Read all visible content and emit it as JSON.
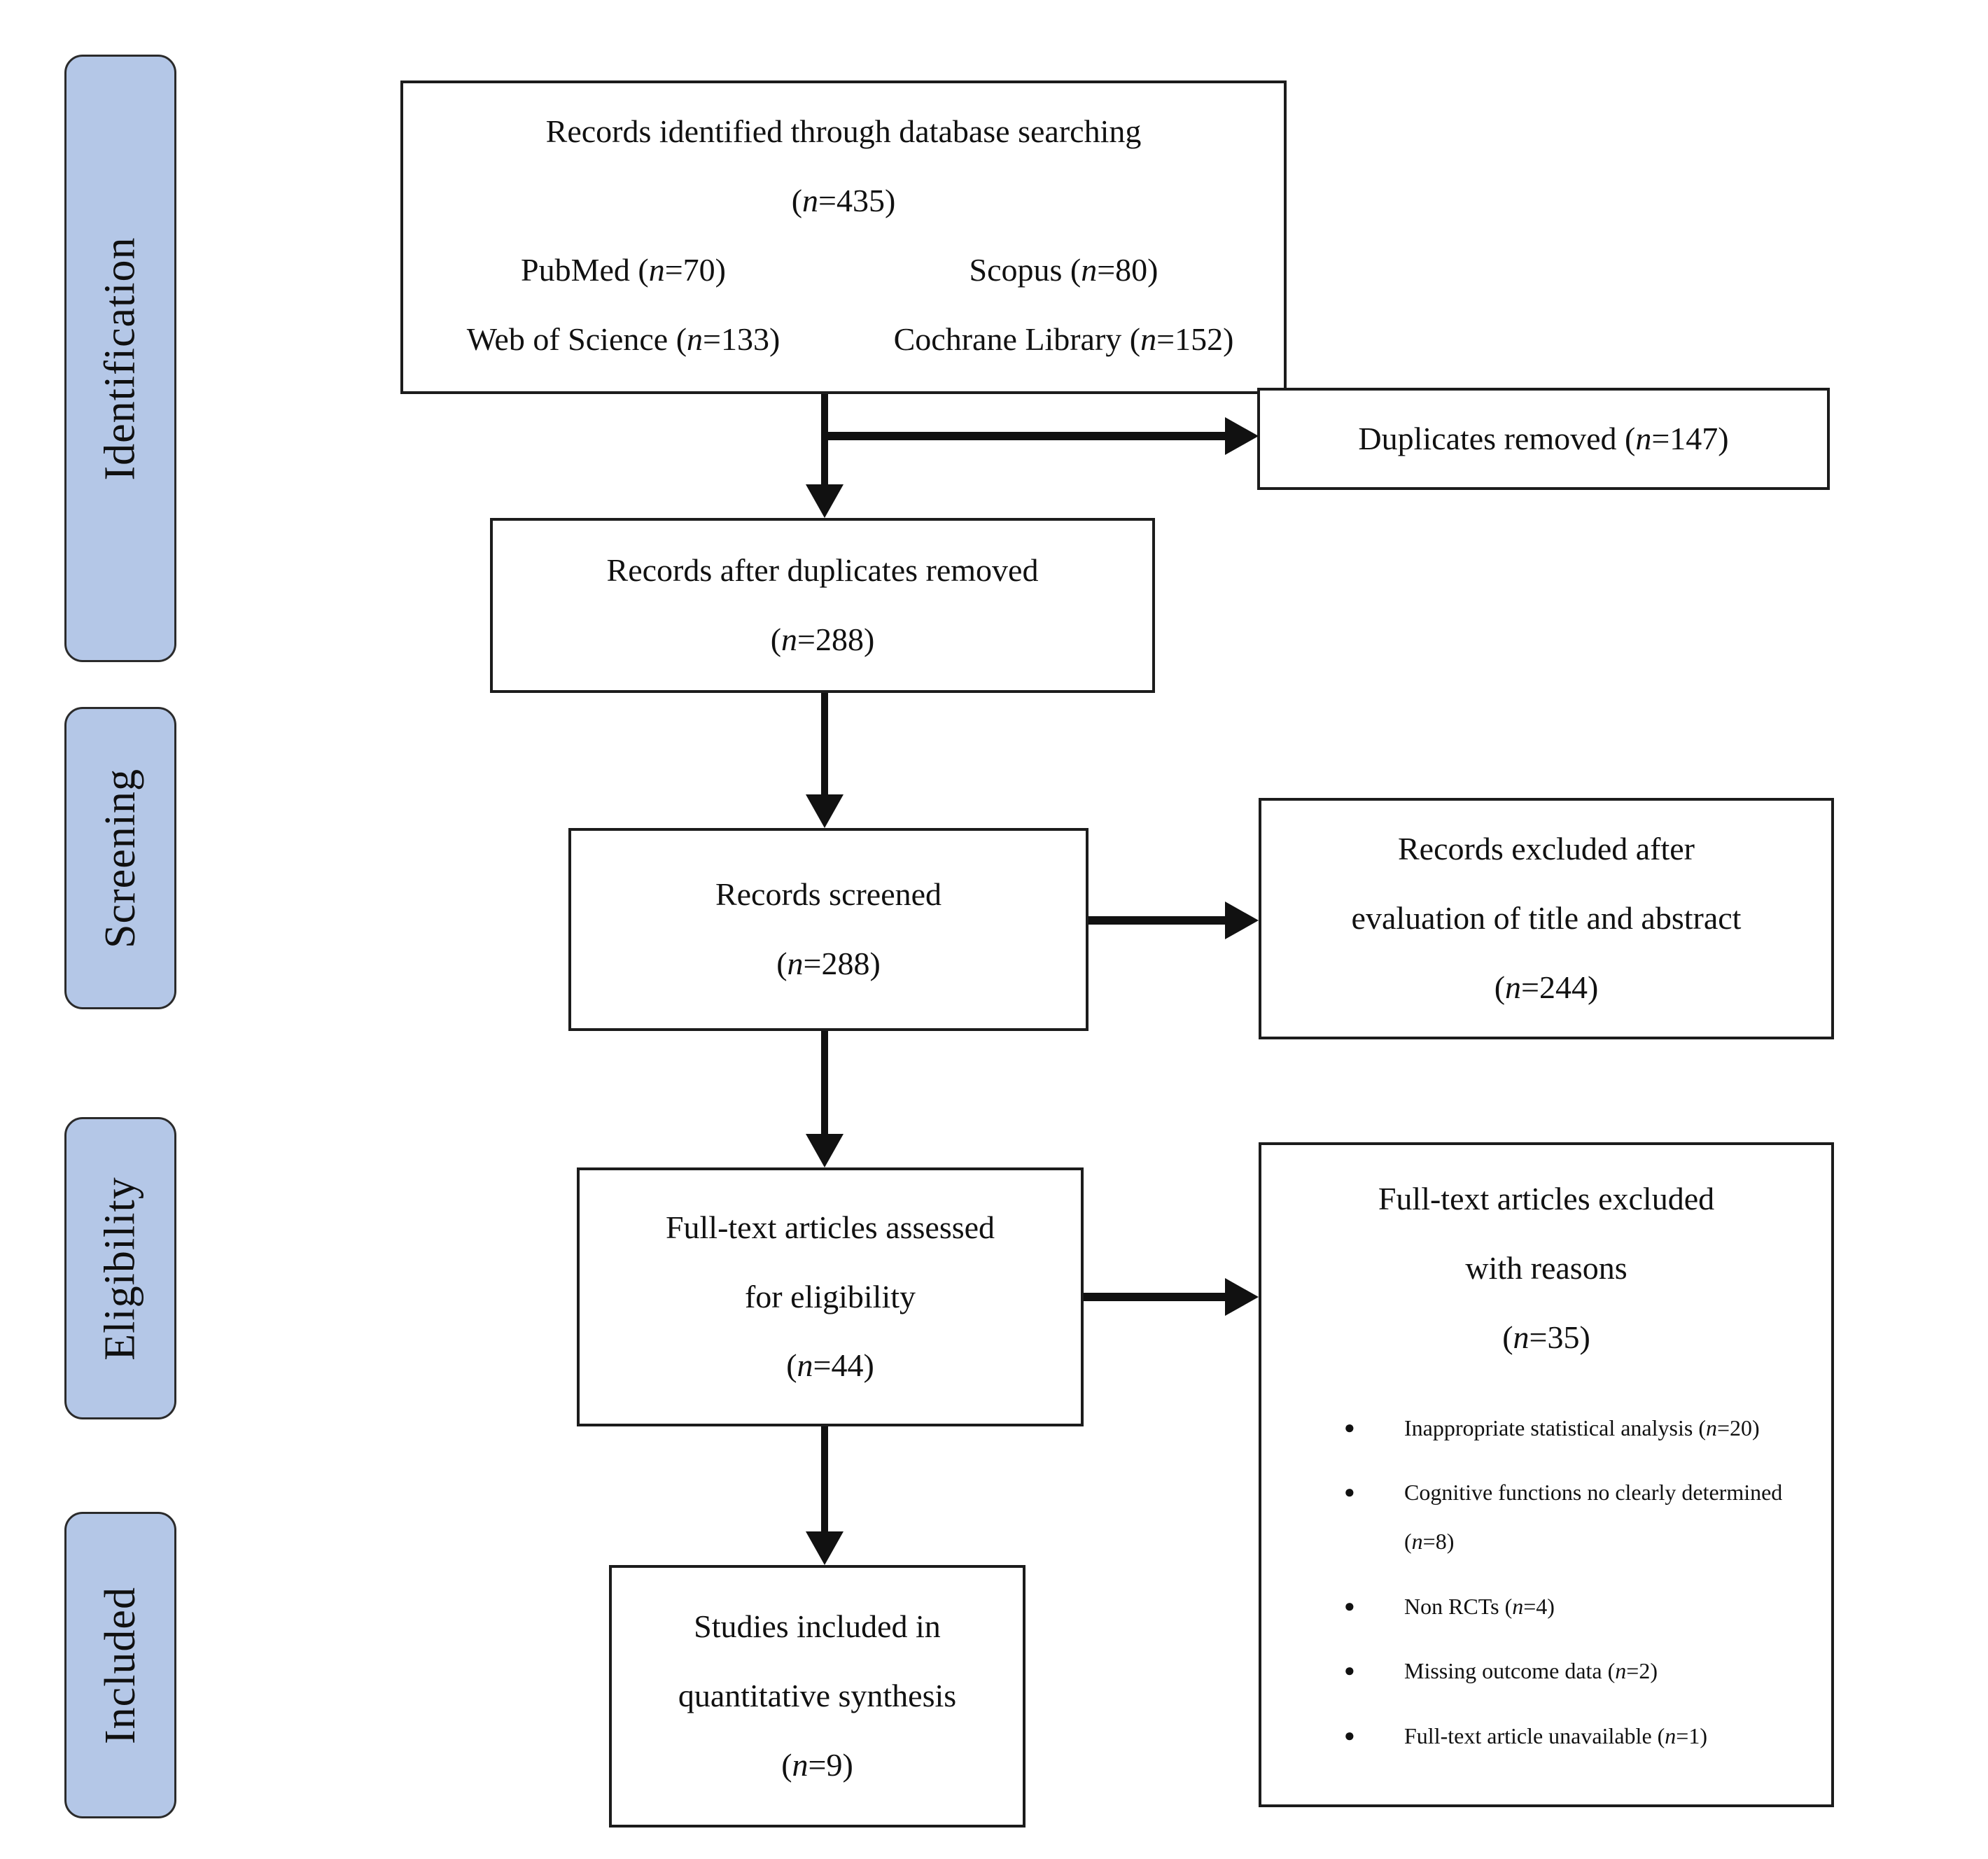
{
  "stages": [
    {
      "label": "Identification"
    },
    {
      "label": "Screening"
    },
    {
      "label": "Eligibility"
    },
    {
      "label": "Included"
    }
  ],
  "boxes": {
    "identified": {
      "title": "Records identified through database searching",
      "count": "(n=435)",
      "sources": [
        [
          "PubMed (n=70)",
          "Scopus (n=80)"
        ],
        [
          "Web of Science (n=133)",
          "Cochrane Library (n=152)"
        ]
      ]
    },
    "duplicates_removed": {
      "title": "Duplicates removed (n=147)"
    },
    "after_duplicates": {
      "title": "Records after duplicates removed",
      "count": "(n=288)"
    },
    "screened": {
      "title": "Records screened",
      "count": "(n=288)"
    },
    "excluded_title_abstract": {
      "lines": [
        "Records excluded after",
        "evaluation of title and abstract"
      ],
      "count": "(n=244)"
    },
    "fulltext_assessed": {
      "lines": [
        "Full-text articles assessed",
        "for eligibility"
      ],
      "count": "(n=44)"
    },
    "fulltext_excluded": {
      "lines": [
        "Full-text articles excluded",
        "with reasons"
      ],
      "count": "(n=35)",
      "reasons": [
        "Inappropriate statistical analysis (n=20)",
        "Cognitive functions no clearly determined (n=8)",
        "Non RCTs (n=4)",
        "Missing outcome data (n=2)",
        "Full-text article unavailable (n=1)"
      ]
    },
    "included_synthesis": {
      "lines": [
        "Studies included in",
        "quantitative synthesis"
      ],
      "count": "(n=9)"
    }
  },
  "colors": {
    "stage_fill": "#b4c7e7",
    "box_border": "#1c1c1c",
    "arrow": "#111111"
  }
}
